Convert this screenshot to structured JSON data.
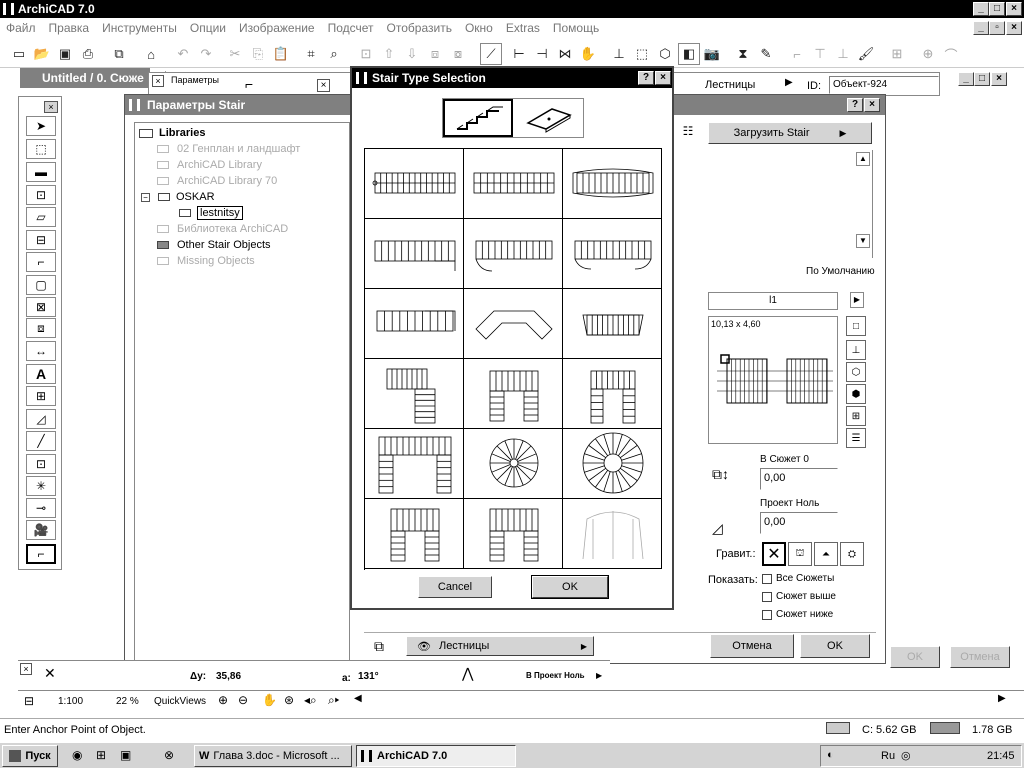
{
  "app": {
    "title": "ArchiCAD 7.0"
  },
  "menu": [
    "Файл",
    "Правка",
    "Инструменты",
    "Опции",
    "Изображение",
    "Подсчет",
    "Отобразить",
    "Окно",
    "Extras",
    "Помощь"
  ],
  "doc_window": {
    "title": "Untitled / 0. Сюже"
  },
  "info_box": {
    "label": "Параметры",
    "layer": "Лестницы",
    "id_label": "ID:",
    "id_value": "Объект-924"
  },
  "params_dialog": {
    "title": "Параметры Stair",
    "load_button": "Загрузить Stair",
    "default_label": "По Умолчанию",
    "preview_name": "l1",
    "dimension": "10,13 x 4,60",
    "story_label": "В Сюжет 0",
    "story_value": "0,00",
    "project_label": "Проект Ноль",
    "project_value": "0,00",
    "gravity_label": "Гравит.:",
    "show_label": "Показать:",
    "show_options": [
      "Все Сюжеты",
      "Сюжет выше",
      "Сюжет ниже"
    ],
    "layer_select": "Лестницы",
    "cancel": "Отмена",
    "ok": "OK"
  },
  "behind_buttons": {
    "ok": "OK",
    "cancel": "Отмена"
  },
  "library_tree": {
    "root": "Libraries",
    "items": [
      "02 Генплан и ландшафт",
      "ArchiCAD Library",
      "ArchiCAD Library 70",
      "OSKAR",
      "lestnitsy",
      "Библиотека ArchiCAD",
      "Other Stair Objects",
      "Missing Objects"
    ]
  },
  "stair_dialog": {
    "title": "Stair Type Selection",
    "cancel": "Cancel",
    "ok": "OK",
    "help": "?",
    "close": "×"
  },
  "coord_bar": {
    "dy_label": "Δy:",
    "dy_value": "35,86",
    "a_label": "a:",
    "a_value": "131°",
    "proj_label": "В Проект Ноль"
  },
  "zoom_bar": {
    "scale": "1:100",
    "zoom": "22 %",
    "quickviews": "QuickViews"
  },
  "status": {
    "text": "Enter Anchor Point of Object.",
    "disk_c": "C: 5.62 GB",
    "disk_other": "1.78 GB"
  },
  "taskbar": {
    "start": "Пуск",
    "items": [
      "Глава  3.doc - Microsoft ...",
      "ArchiCAD 7.0"
    ],
    "lang": "Ru",
    "time": "21:45"
  }
}
